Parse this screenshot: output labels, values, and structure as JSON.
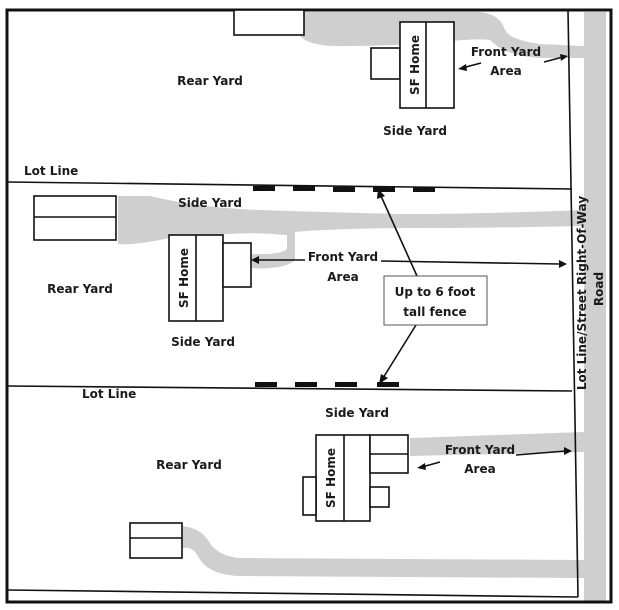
{
  "colors": {
    "background": "#ffffff",
    "lines": "#111111",
    "driveway": "#cfcfcf",
    "text": "#1a1a1a"
  },
  "labels": {
    "rear_yard": "Rear Yard",
    "side_yard": "Side Yard",
    "front_yard": "Front Yard",
    "area": "Area",
    "sf_home": "SF Home",
    "lot_line": "Lot Line",
    "street_row": "Lot Line/Street Right-Of-Way",
    "road": "Road",
    "fence_line1": "Up to 6 foot",
    "fence_line2": "tall fence"
  },
  "lots": [
    {
      "name": "top-lot",
      "rear_yard": "Rear Yard",
      "side_yard": "Side Yard",
      "home": "SF Home",
      "front_yard": "Front Yard",
      "front_area": "Area",
      "lot_line": "Lot Line"
    },
    {
      "name": "middle-lot",
      "rear_yard": "Rear Yard",
      "side_yard_top": "Side Yard",
      "side_yard_bottom": "Side Yard",
      "home": "SF Home",
      "front_yard": "Front Yard",
      "front_area": "Area",
      "lot_line": "Lot Line"
    },
    {
      "name": "bottom-lot",
      "rear_yard": "Rear Yard",
      "side_yard": "Side Yard",
      "home": "SF Home",
      "front_yard": "Front Yard",
      "front_area": "Area"
    }
  ],
  "callout": {
    "line1": "Up to 6 foot",
    "line2": "tall fence"
  }
}
